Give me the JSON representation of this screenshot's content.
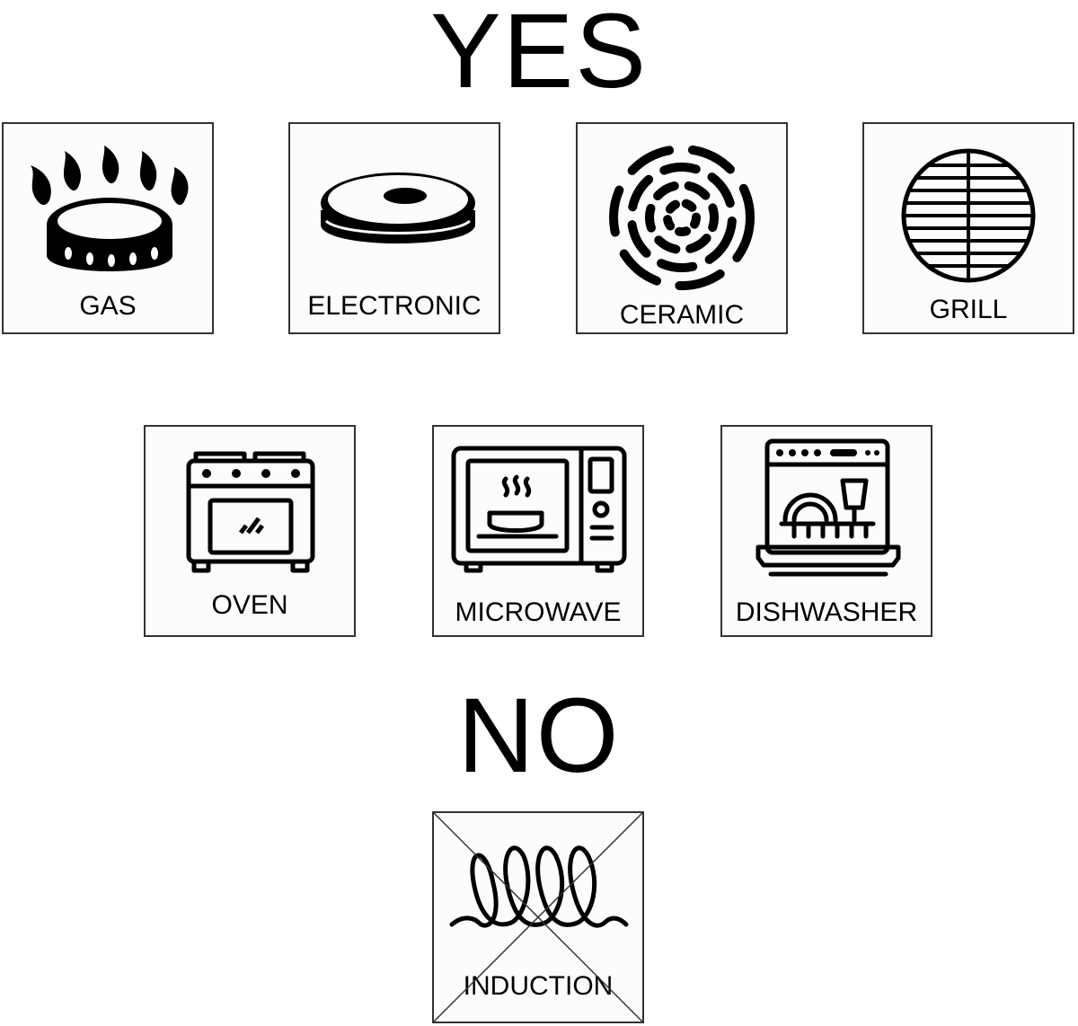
{
  "headings": {
    "yes": "YES",
    "no": "NO"
  },
  "compatible": [
    {
      "label": "GAS",
      "icon": "gas-burner-icon"
    },
    {
      "label": "ELECTRONIC",
      "icon": "electric-hotplate-icon"
    },
    {
      "label": "CERAMIC",
      "icon": "ceramic-hob-icon"
    },
    {
      "label": "GRILL",
      "icon": "grill-icon"
    },
    {
      "label": "OVEN",
      "icon": "oven-icon"
    },
    {
      "label": "MICROWAVE",
      "icon": "microwave-icon"
    },
    {
      "label": "DISHWASHER",
      "icon": "dishwasher-icon"
    }
  ],
  "incompatible": [
    {
      "label": "INDUCTION",
      "icon": "induction-coil-icon"
    }
  ],
  "colors": {
    "ink": "#000000",
    "tile_border": "#333333",
    "tile_background": "#fdfbfb"
  }
}
